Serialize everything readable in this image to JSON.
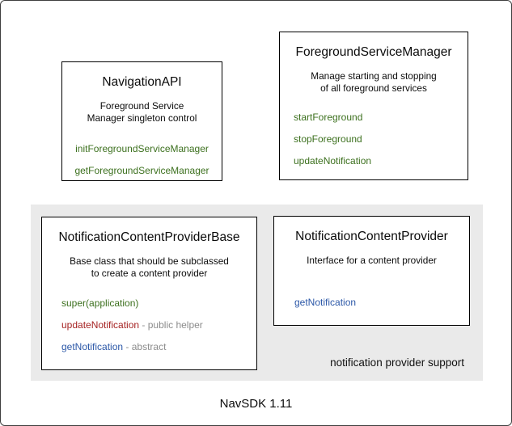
{
  "colors": {
    "method_green": "#3c701e",
    "method_red": "#a62323",
    "method_blue": "#2b57a7",
    "suffix_gray": "#8c8c8c",
    "panel_bg": "#eaeaea",
    "canvas_border": "#3f3f3f"
  },
  "boxes": {
    "navigation_api": {
      "title": "NavigationAPI",
      "desc1": "Foreground Service",
      "desc2": "Manager singleton control",
      "methods": [
        {
          "name": "initForegroundServiceManager"
        },
        {
          "name": "getForegroundServiceManager"
        }
      ]
    },
    "foreground_service_manager": {
      "title": "ForegroundServiceManager",
      "desc1": "Manage starting and stopping",
      "desc2": "of all foreground services",
      "methods": [
        {
          "name": "startForeground"
        },
        {
          "name": "stopForeground"
        },
        {
          "name": "updateNotification"
        }
      ]
    },
    "notification_content_provider_base": {
      "title": "NotificationContentProviderBase",
      "desc1": "Base class that should be subclassed",
      "desc2": "to create a content provider",
      "methods": [
        {
          "name": "super(application)"
        },
        {
          "name": "updateNotification",
          "suffix": "- public helper"
        },
        {
          "name": "getNotification",
          "suffix": "- abstract"
        }
      ]
    },
    "notification_content_provider": {
      "title": "NotificationContentProvider",
      "desc1": "Interface for a content provider",
      "methods": [
        {
          "name": "getNotification"
        }
      ]
    }
  },
  "panel": {
    "label": "notification provider support"
  },
  "caption": "NavSDK 1.11"
}
